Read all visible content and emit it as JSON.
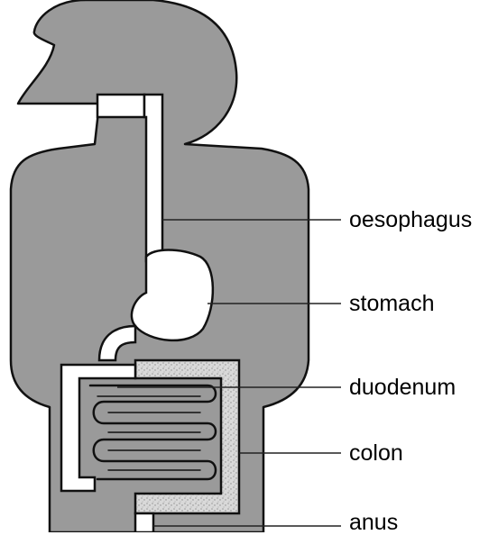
{
  "diagram": {
    "labels": {
      "oesophagus": "oesophagus",
      "stomach": "stomach",
      "duodenum": "duodenum",
      "colon": "colon",
      "anus": "anus"
    }
  },
  "colors": {
    "body_fill": "#9a9a9a",
    "outline": "#111111",
    "organ_fill": "#ffffff",
    "colon_texture": "#cfcfcf",
    "leader_line": "#222222"
  }
}
